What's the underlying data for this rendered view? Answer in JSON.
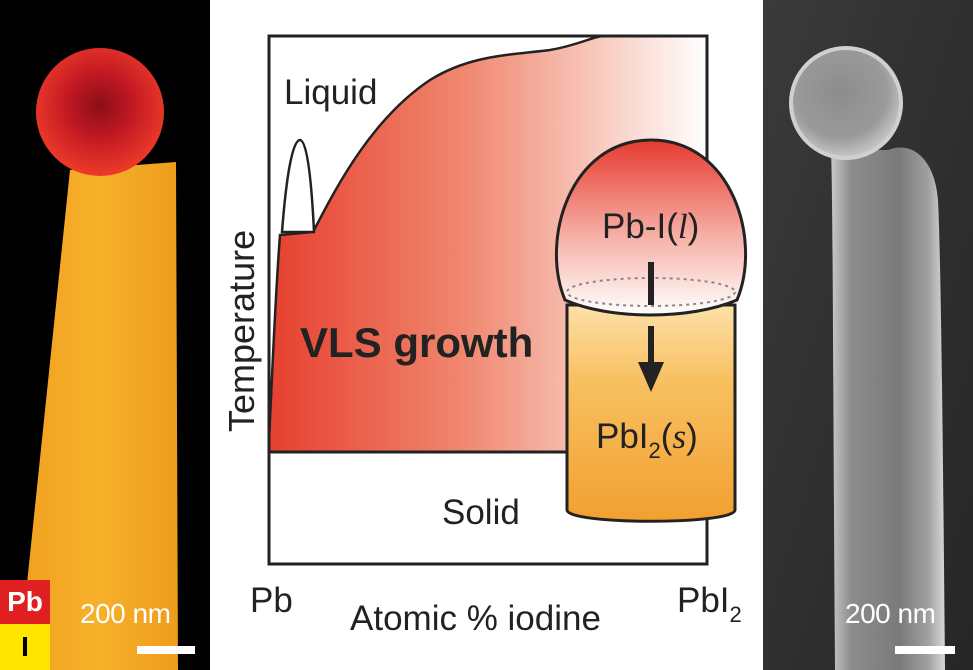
{
  "left_panel": {
    "legend": [
      {
        "label": "Pb",
        "color": "#e02020",
        "text_color": "#ffffff"
      },
      {
        "label": "I",
        "color": "#ffe600",
        "text_color": "#000000"
      }
    ],
    "scale_bar_label": "200 nm"
  },
  "diagram": {
    "region_labels": {
      "liquid": "Liquid",
      "solid": "Solid",
      "growth": "VLS growth"
    },
    "axis": {
      "y_label": "Temperature",
      "x_label": "Atomic % iodine",
      "x_left": "Pb",
      "x_right_base": "PbI",
      "x_right_sub": "2"
    },
    "droplet_label": {
      "base": "Pb-I(",
      "italic": "l",
      "close": ")"
    },
    "crystal_label": {
      "base": "PbI",
      "sub": "2",
      "open": "(",
      "italic": "s",
      "close": ")"
    },
    "colors": {
      "liquid_region": "#e8483a",
      "crystal": "#f2a93b"
    }
  },
  "right_panel": {
    "scale_bar_label": "200 nm"
  }
}
